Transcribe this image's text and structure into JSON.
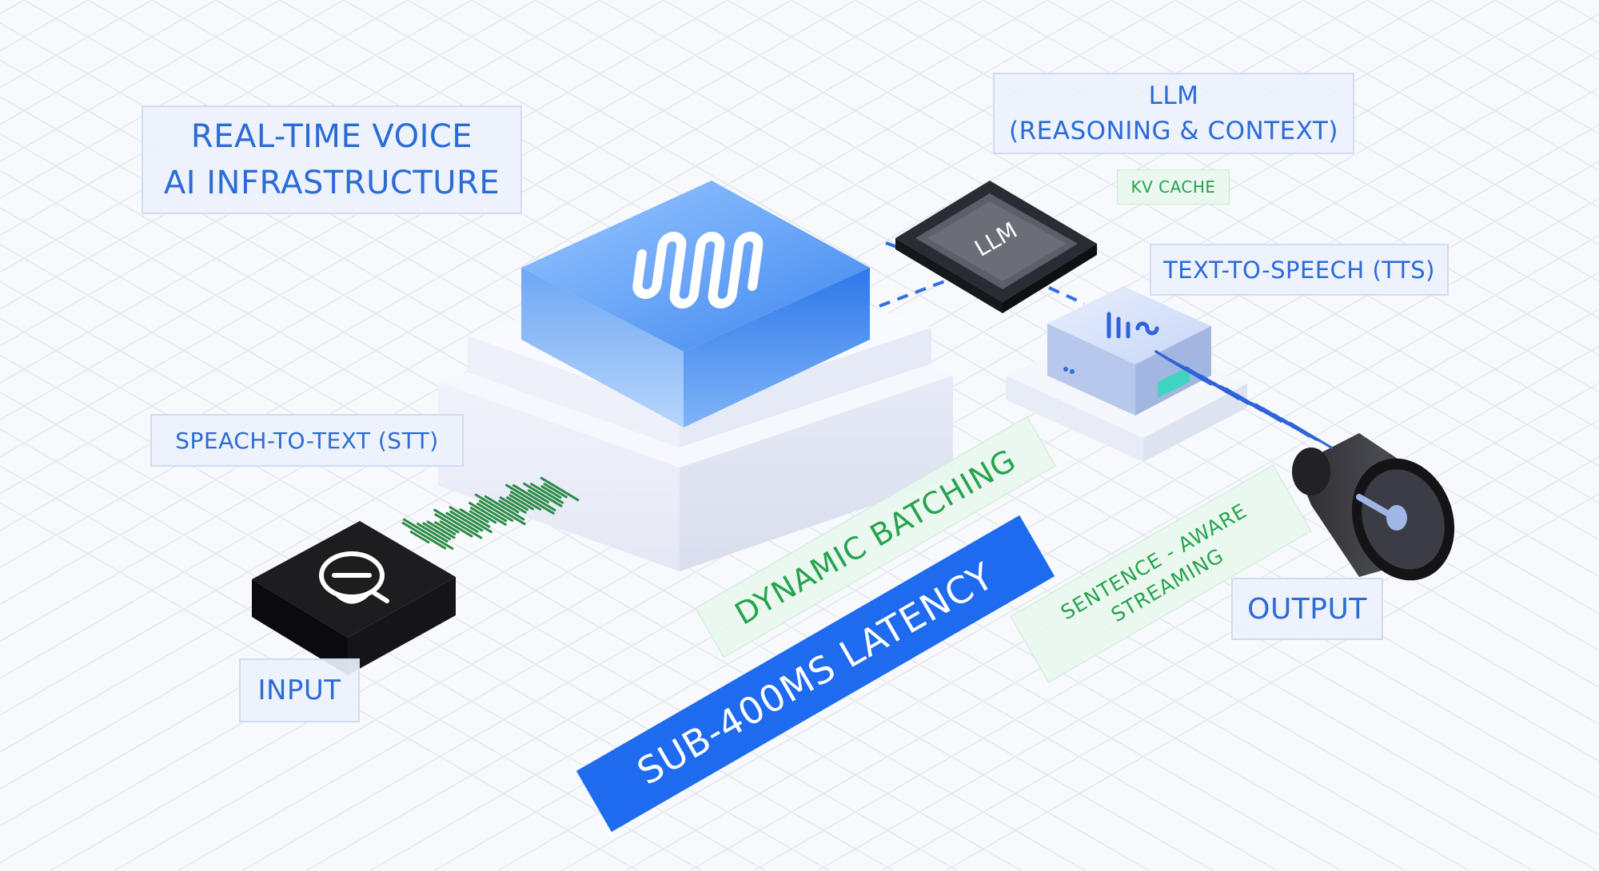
{
  "title": {
    "line1": "REAL-TIME VOICE",
    "line2": "AI INFRASTRUCTURE"
  },
  "llm_label": {
    "line1": "LLM",
    "line2": "(REASONING & CONTEXT)"
  },
  "kv_cache_label": "KV CACHE",
  "tts_label": "TEXT-TO-SPEECH (TTS)",
  "stt_label": "SPEACH-TO-TEXT (STT)",
  "input_label": "INPUT",
  "output_label": "OUTPUT",
  "batching_label": "DYNAMIC BATCHING",
  "latency_label": "SUB-400MS LATENCY",
  "streaming_label": {
    "line1": "SENTENCE - AWARE",
    "line2": "STREAMING"
  },
  "chip_label": "LLM",
  "icons": {
    "main_node": "wave-logo-icon",
    "input_device": "microphone-icon",
    "tts_device": "speech-logo-icon",
    "output_device": "megaphone-icon"
  },
  "colors": {
    "accent_blue": "#2b6bd6",
    "latency_blue": "#1e6bef",
    "accent_green": "#27a34d",
    "stt_wave": "#2a8a45",
    "tts_wave": "#2f63d8"
  }
}
